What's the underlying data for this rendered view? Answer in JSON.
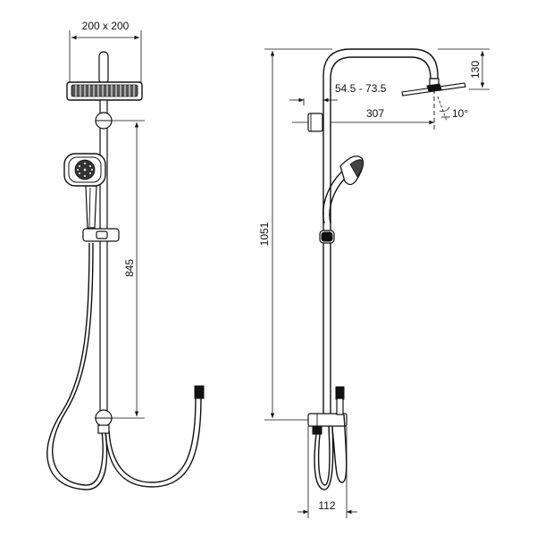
{
  "dimensions": {
    "head_size": "200 x 200",
    "rail_height": "845",
    "total_height": "1051",
    "arm_offset": "54.5 - 73.5",
    "arm_reach": "307",
    "head_drop": "130",
    "tilt_angle": "10°",
    "bracket_spacing": "112"
  }
}
